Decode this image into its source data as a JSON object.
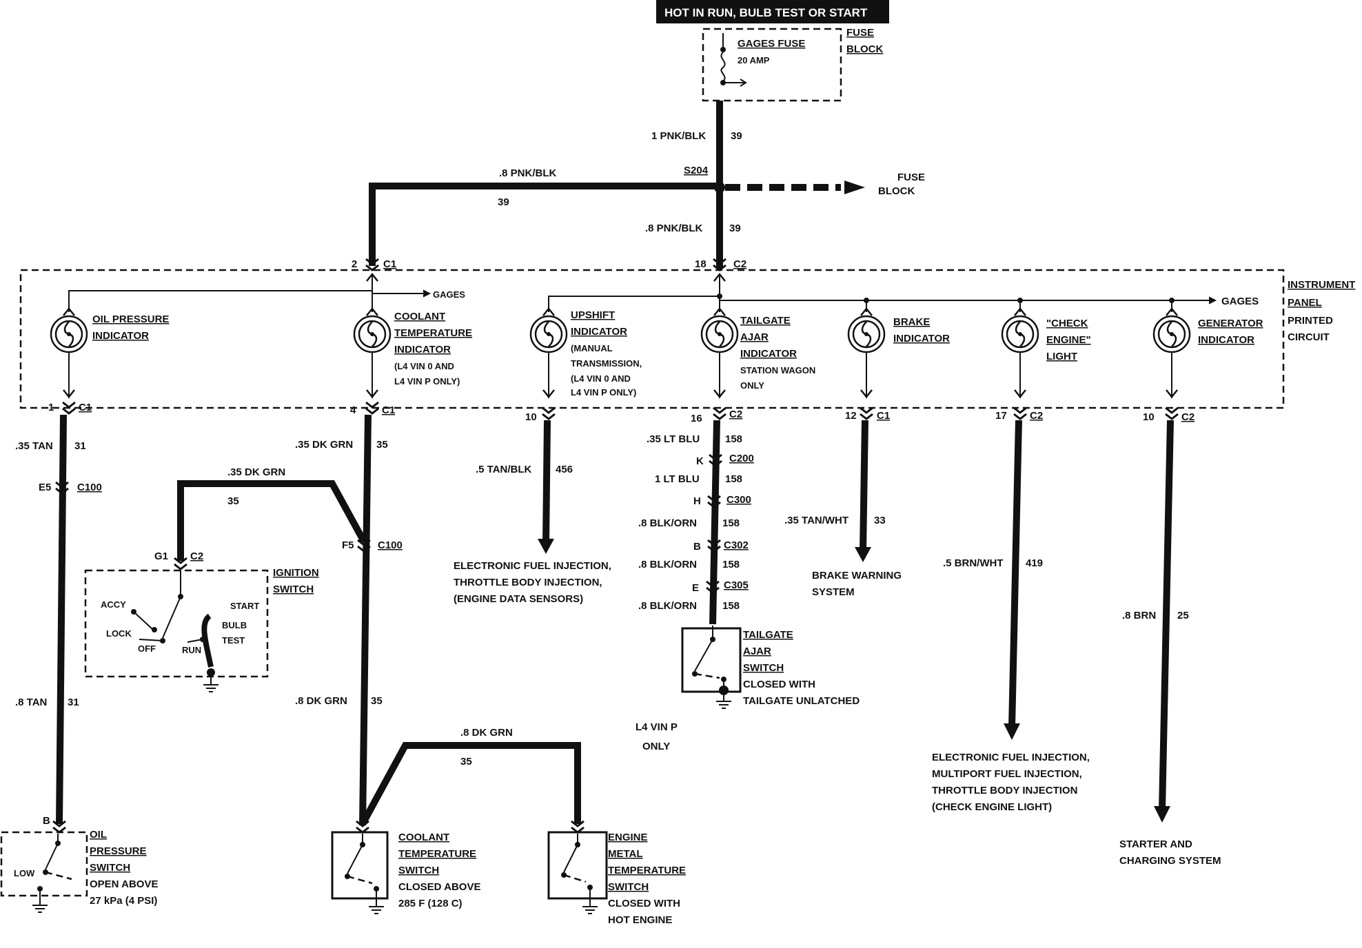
{
  "header": "HOT IN RUN,  BULB TEST OR START",
  "fuse": {
    "name": "GAGES FUSE",
    "rating": "20 AMP",
    "block_label_1": "FUSE",
    "block_label_2": "BLOCK"
  },
  "wires": {
    "w1_pnk_blk": "1 PNK/BLK",
    "w1_circuit": "39",
    "splice": "S204",
    "w2_pnk_blk": ".8 PNK/BLK",
    "w2_circuit": "39",
    "w3_pnk_blk": ".8 PNK/BLK",
    "w3_circuit": "39",
    "fuse_block_1": "FUSE",
    "fuse_block_2": "BLOCK",
    "oil_top_wire": ".35 TAN",
    "oil_top_circuit": "31",
    "oil_bottom_wire": ".8 TAN",
    "oil_bottom_circuit": "31",
    "cool_top_wire": ".35 DK GRN",
    "cool_top_circuit": "35",
    "ign_wire": ".35 DK GRN",
    "ign_circuit": "35",
    "cool_bottom_wire": ".8 DK GRN",
    "cool_bottom_circuit": "35",
    "engine_wire": ".8 DK GRN",
    "engine_circuit": "35",
    "upshift_wire": ".5 TAN/BLK",
    "upshift_circuit": "456",
    "tg_wire_1": ".35 LT BLU",
    "tg_circuit_1": "158",
    "tg_wire_2": "1 LT BLU",
    "tg_circuit_2": "158",
    "tg_wire_3": ".8 BLK/ORN",
    "tg_circuit_3": "158",
    "tg_wire_4": ".8 BLK/ORN",
    "tg_circuit_4": "158",
    "tg_wire_5": ".8 BLK/ORN",
    "tg_circuit_5": "158",
    "brake_wire": ".35 TAN/WHT",
    "brake_circuit": "33",
    "check_wire": ".5 BRN/WHT",
    "check_circuit": "419",
    "gen_wire": ".8 BRN",
    "gen_circuit": "25"
  },
  "connectors": {
    "c1_top_pin": "2",
    "c1_top": "C1",
    "c2_top_pin": "18",
    "c2_top": "C2",
    "oil_pin": "1",
    "oil_conn": "C1",
    "cool_pin": "4",
    "cool_conn": "C1",
    "up_pin": "10",
    "tg_pin": "16",
    "tg_conn": "C2",
    "brake_pin": "12",
    "brake_conn": "C1",
    "check_pin": "17",
    "check_conn": "C2",
    "gen_pin": "10",
    "gen_conn": "C2",
    "e5": "E5",
    "c100_a": "C100",
    "f5": "F5",
    "c100_b": "C100",
    "g1": "G1",
    "c2_ign": "C2",
    "k": "K",
    "c200": "C200",
    "h": "H",
    "c300": "C300",
    "b": "B",
    "c302": "C302",
    "e": "E",
    "c305": "C305",
    "oil_sw_pin": "B"
  },
  "panel": {
    "label_1": "INSTRUMENT",
    "label_2": "PANEL",
    "label_3": "PRINTED",
    "label_4": "CIRCUIT",
    "gages_1": "GAGES",
    "gages_2": "GAGES"
  },
  "indicators": {
    "oil_1": "OIL PRESSURE",
    "oil_2": "INDICATOR",
    "cool_1": "COOLANT",
    "cool_2": "TEMPERATURE",
    "cool_3": "INDICATOR",
    "cool_4": "(L4 VIN 0 AND",
    "cool_5": "L4 VIN P ONLY)",
    "up_1": "UPSHIFT",
    "up_2": "INDICATOR",
    "up_3": "(MANUAL",
    "up_4": "TRANSMISSION,",
    "up_5": "(L4 VIN 0 AND",
    "up_6": "L4 VIN P ONLY)",
    "tg_1": "TAILGATE",
    "tg_2": "AJAR",
    "tg_3": "INDICATOR",
    "tg_4": "STATION WAGON",
    "tg_5": "ONLY",
    "brake_1": "BRAKE",
    "brake_2": "INDICATOR",
    "check_1": "\"CHECK",
    "check_2": "ENGINE\"",
    "check_3": "LIGHT",
    "gen_1": "GENERATOR",
    "gen_2": "INDICATOR"
  },
  "ignition": {
    "title_1": "IGNITION",
    "title_2": "SWITCH",
    "accy": "ACCY",
    "lock": "LOCK",
    "off": "OFF",
    "run": "RUN",
    "start": "START",
    "bulb": "BULB",
    "test": "TEST"
  },
  "destinations": {
    "efi_1": "ELECTRONIC FUEL INJECTION,",
    "efi_2": "THROTTLE BODY INJECTION,",
    "efi_3": "(ENGINE DATA SENSORS)",
    "brake_1": "BRAKE WARNING",
    "brake_2": "SYSTEM",
    "check_1": "ELECTRONIC FUEL INJECTION,",
    "check_2": "MULTIPORT FUEL INJECTION,",
    "check_3": "THROTTLE BODY INJECTION",
    "check_4": "(CHECK ENGINE LIGHT)",
    "gen_1": "STARTER AND",
    "gen_2": "CHARGING SYSTEM"
  },
  "switches": {
    "tg_1": "TAILGATE",
    "tg_2": "AJAR",
    "tg_3": "SWITCH",
    "tg_4": "CLOSED WITH",
    "tg_5": "TAILGATE UNLATCHED",
    "l4_1": "L4 VIN P",
    "l4_2": "ONLY",
    "oil_1": "OIL",
    "oil_2": "PRESSURE",
    "oil_3": "SWITCH",
    "oil_4": "OPEN ABOVE",
    "oil_5": "27 kPa (4 PSI)",
    "oil_low": "LOW",
    "cool_1": "COOLANT",
    "cool_2": "TEMPERATURE",
    "cool_3": "SWITCH",
    "cool_4": "CLOSED ABOVE",
    "cool_5": "285  F (128  C)",
    "eng_1": "ENGINE",
    "eng_2": "METAL",
    "eng_3": "TEMPERATURE",
    "eng_4": "SWITCH",
    "eng_5": "CLOSED WITH",
    "eng_6": "HOT ENGINE"
  }
}
